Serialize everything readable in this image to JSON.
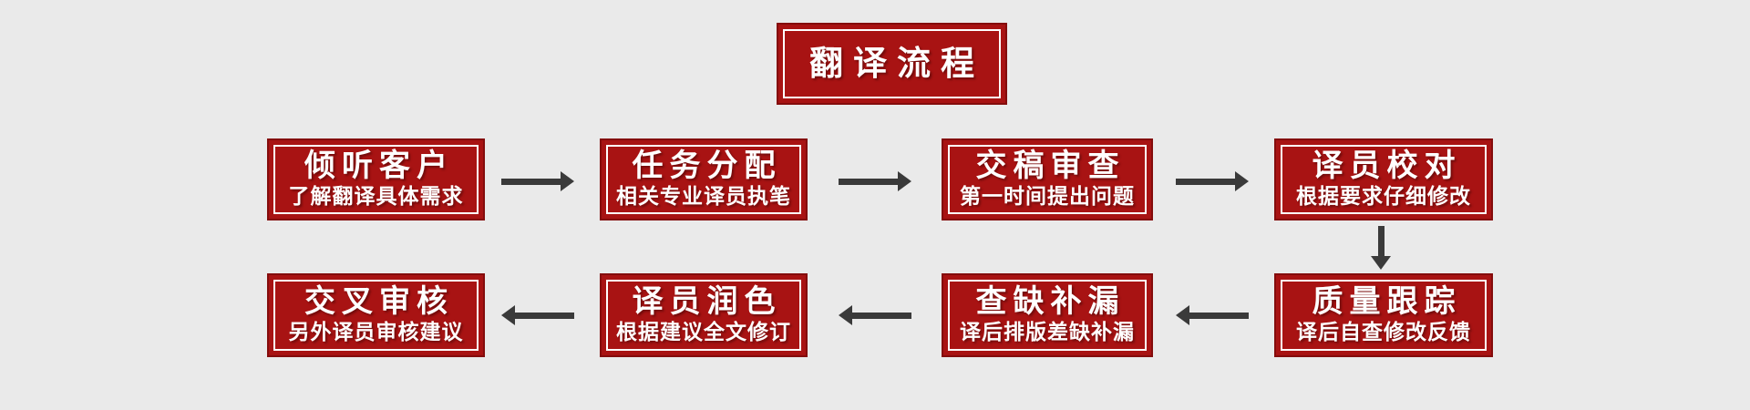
{
  "colors": {
    "background": "#eaeaea",
    "box_fill": "#a81313",
    "box_border": "#840c0c",
    "inner_border": "#ffffff",
    "text": "#ffffff",
    "arrow": "#3a3a3a"
  },
  "title": "翻译流程",
  "steps": {
    "row1": [
      {
        "title": "倾听客户",
        "subtitle": "了解翻译具体需求"
      },
      {
        "title": "任务分配",
        "subtitle": "相关专业译员执笔"
      },
      {
        "title": "交稿审查",
        "subtitle": "第一时间提出问题"
      },
      {
        "title": "译员校对",
        "subtitle": "根据要求仔细修改"
      }
    ],
    "row2": [
      {
        "title": "质量跟踪",
        "subtitle": "译后自查修改反馈"
      },
      {
        "title": "查缺补漏",
        "subtitle": "译后排版差缺补漏"
      },
      {
        "title": "译员润色",
        "subtitle": "根据建议全文修订"
      },
      {
        "title": "交叉审核",
        "subtitle": "另外译员审核建议"
      }
    ]
  },
  "flow": {
    "row1_direction": "left-to-right",
    "row2_direction": "right-to-left",
    "connector_row1_to_row2": "down"
  }
}
